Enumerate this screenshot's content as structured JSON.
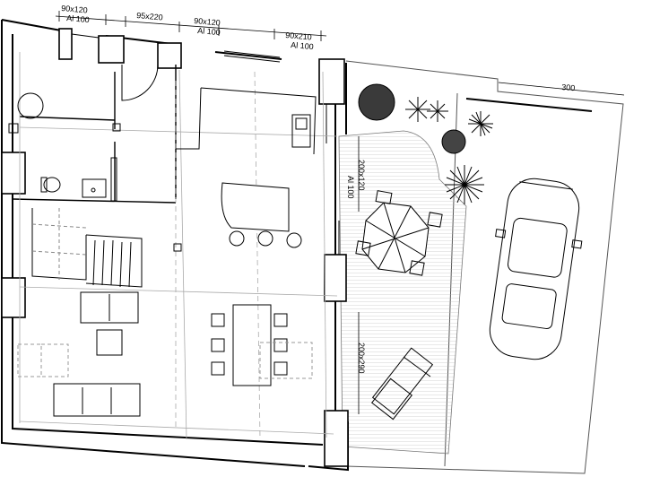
{
  "openings": {
    "top_1": {
      "size": "90x120",
      "sill": "Al 100"
    },
    "top_2": {
      "size": "95x220"
    },
    "top_3": {
      "size": "90x120",
      "sill": "Al 100"
    },
    "top_4": {
      "size": "90x210",
      "sill": "Al 100"
    },
    "side_1": {
      "size": "200x120",
      "sill": "Al 100"
    },
    "side_2": {
      "size": "200x290"
    }
  },
  "dimensions": {
    "parking_width": "300"
  },
  "colors": {
    "ink": "#000000",
    "line_light": "#9a9a9a",
    "hatch": "#8a8a8a"
  }
}
